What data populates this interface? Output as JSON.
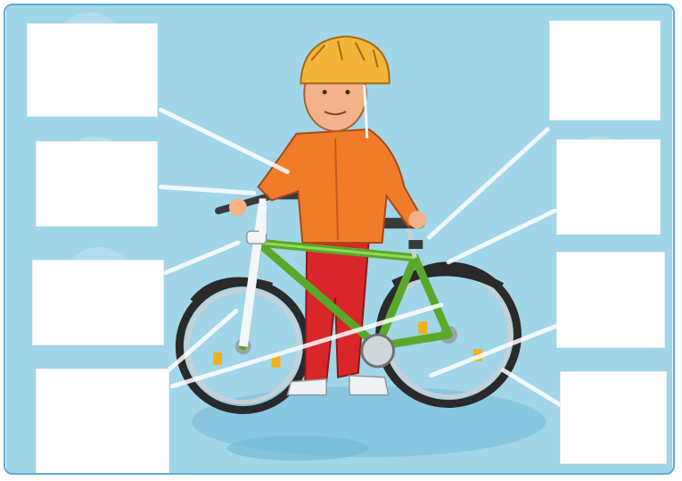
{
  "worksheet": {
    "background_color": "#a8d8ea",
    "boxes_left": [
      {
        "id": "helmet",
        "label": ""
      },
      {
        "id": "handlebar",
        "label": ""
      },
      {
        "id": "front-light",
        "label": ""
      },
      {
        "id": "front-reflector",
        "label": ""
      }
    ],
    "boxes_right": [
      {
        "id": "saddle",
        "label": ""
      },
      {
        "id": "rear-light",
        "label": ""
      },
      {
        "id": "rear-reflector",
        "label": ""
      },
      {
        "id": "pedal",
        "label": ""
      }
    ]
  },
  "colors": {
    "helmet": "#f2b53a",
    "jacket": "#f07c2a",
    "trousers": "#d9262a",
    "frame": "#7ac943",
    "arrow": "#ffffff"
  }
}
